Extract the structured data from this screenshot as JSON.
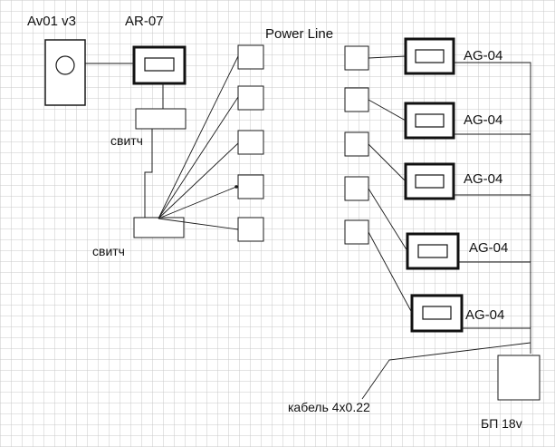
{
  "labels": {
    "av01": "Av01 v3",
    "ar07": "AR-07",
    "power_line": "Power Line",
    "switch_1": "свитч",
    "switch_2": "свитч",
    "ag_1": "AG-04",
    "ag_2": "AG-04",
    "ag_3": "AG-04",
    "ag_4": "AG-04",
    "ag_5": "AG-04",
    "cable": "кабель 4x0.22",
    "psu": "БП 18v"
  },
  "colors": {
    "grid": "#c9c9c9",
    "stroke": "#1a1a1a",
    "background": "#ffffff"
  }
}
